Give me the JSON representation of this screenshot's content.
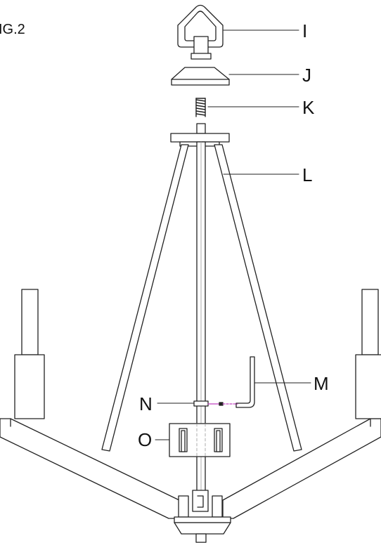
{
  "figure": {
    "label": "IG.2"
  },
  "parts": {
    "I": "I",
    "J": "J",
    "K": "K",
    "L": "L",
    "M": "M",
    "N": "N",
    "O": "O"
  },
  "colors": {
    "stroke": "#222222",
    "hidden_line": "#9a9a9a",
    "wire": "#c040c0",
    "background": "#ffffff"
  }
}
